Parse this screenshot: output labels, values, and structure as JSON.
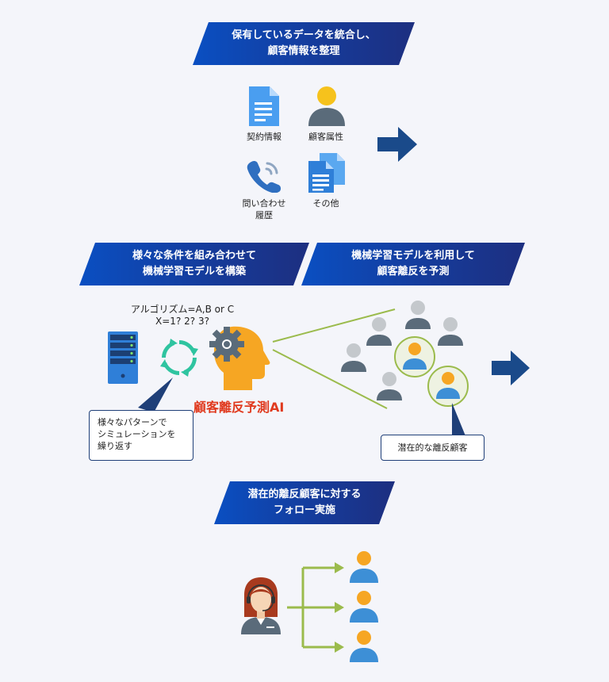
{
  "banners": {
    "step1": [
      "保有しているデータを統合し、",
      "顧客情報を整理"
    ],
    "step2a": [
      "様々な条件を組み合わせて",
      "機械学習モデルを構築"
    ],
    "step2b": [
      "機械学習モデルを利用して",
      "顧客離反を予測"
    ],
    "step3": [
      "潜在的離反顧客に対する",
      "フォロー実施"
    ]
  },
  "data_sources": [
    {
      "label": "契約情報",
      "icon": "document-icon"
    },
    {
      "label": "顧客属性",
      "icon": "person-icon"
    },
    {
      "label": "問い合わせ\n履歴",
      "icon": "phone-icon"
    },
    {
      "label": "その他",
      "icon": "documents-icon"
    }
  ],
  "algorithm_text": [
    "アルゴリズム=A,B or C",
    "X=1? 2? 3?"
  ],
  "ai_label": "顧客離反予測AI",
  "callout_simulation": [
    "様々なパターンで",
    "シミュレーションを",
    "繰り返す"
  ],
  "callout_target": "潜在的な離反顧客",
  "colors": {
    "banner": "#163a98",
    "arrow": "#1a4a8a",
    "accent_orange": "#f6a623",
    "ai_red": "#e03a1e",
    "line_green": "#9bbb4c",
    "customer_blue": "#3d8fd6"
  }
}
